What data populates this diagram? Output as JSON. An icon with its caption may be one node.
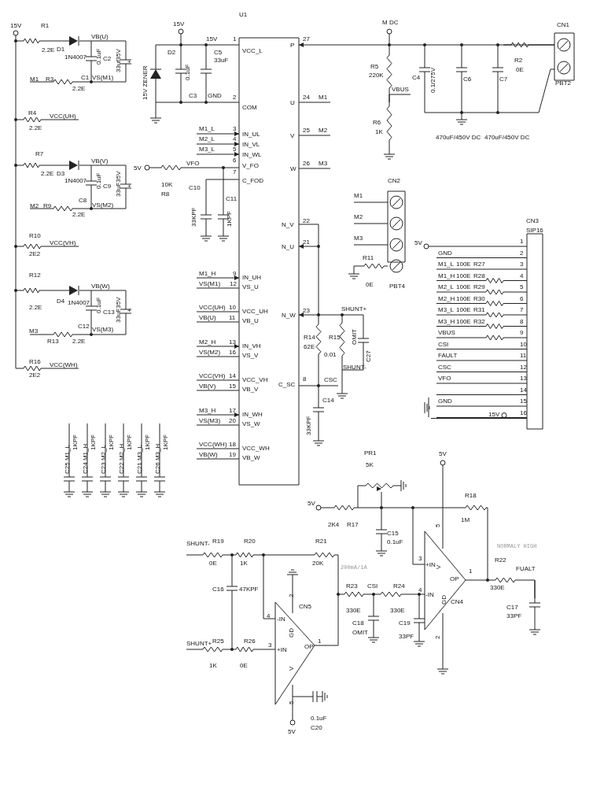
{
  "diagram": {
    "labels": [
      "15V",
      "R1",
      "2.2E",
      "D1",
      "1N4007",
      "VB(U)",
      "0.1uF",
      "C2",
      "33uf35V",
      "+",
      "M1",
      "R3",
      "C1",
      "VS(M1)",
      "2.2E",
      "R4",
      "VCC(UH)",
      "2.2E",
      "R7",
      "2.2E",
      "D3",
      "1N4007",
      "VB(V)",
      "0.1uF",
      "C9",
      "33uF35V",
      "+",
      "C8",
      "M2",
      "R9",
      "VS(M2)",
      "2.2E",
      "R10",
      "VCC(VH)",
      "2E2",
      "R12",
      "VB(W)",
      "D4",
      "1N4007",
      "0.1uF",
      "C13",
      "33uF35V",
      "+",
      "2.2E",
      "M3",
      "C12",
      "VS(M3)",
      "R13",
      "2.2E",
      "R16",
      "VCC(WH)",
      "2E2",
      "C25 M1_L",
      "1KPF",
      "C24 M1_H",
      "1KPF",
      "C23 M2_L",
      "1KPF",
      "C22 M2_H",
      "1KPF",
      "C21 M3_L",
      "1KPF",
      "C26 M3_H",
      "1KPF",
      "15V",
      "U1",
      "15V ZENER",
      "D2",
      "15V",
      "1",
      "VCC_L",
      "0.1uF",
      "C5",
      "33uF",
      "C3",
      "GND",
      "2",
      "COM",
      "M1_L",
      "3",
      "IN_UL",
      "M2_L",
      "4",
      "IN_VL",
      "M3_L",
      "5",
      "IN_WL",
      "6",
      "5V",
      "VFO",
      "V_FO",
      "7",
      "C_FOD",
      "10K",
      "R8",
      "C10",
      "C11",
      "33KPF",
      "1KPF",
      "P",
      "27",
      "U",
      "24",
      "M1",
      "V",
      "25",
      "M2",
      "W",
      "26",
      "M3",
      "N_V",
      "22",
      "N_U",
      "21",
      "M1_H",
      "9",
      "IN_UH",
      "VS(M1)",
      "12",
      "VS_U",
      "VCC(UH)",
      "10",
      "VCC_UH",
      "VB(U)",
      "11",
      "VB_U",
      "N_W",
      "23",
      "M2_H",
      "13",
      "IN_VH",
      "VS(M2)",
      "16",
      "VS_V",
      "VCC(VH)",
      "14",
      "VCC_VH",
      "C_SC",
      "8",
      "VB(V)",
      "15",
      "VB_V",
      "M3_H",
      "17",
      "IN_WH",
      "VS(M3)",
      "20",
      "VS_W",
      "VCC(WH)",
      "18",
      "VCC_WH",
      "VB(W)",
      "19",
      "VB_W",
      "M DC",
      "R5",
      "220K",
      "VBUS",
      "R6",
      "1K",
      "C4",
      "0.1/275V",
      "C6",
      "C7",
      "470uF/450V DC",
      "470uF/450V DC",
      "R2",
      "0E",
      "CN1",
      "PBT2",
      "CN2",
      "M1",
      "M2",
      "M3",
      "R11",
      "0E",
      "PBT4",
      "SHUNT+",
      "R14",
      "62E",
      "R15",
      "0.01",
      "OMIT",
      "C27",
      "SHUNT-",
      "CSC",
      "C14",
      "33KPF",
      "CN3",
      "SIP16",
      "5V",
      "1",
      "GND",
      "2",
      "M1_L",
      "100E",
      "R27",
      "3",
      "M1_H",
      "100E",
      "R28",
      "4",
      "M2_L",
      "100E",
      "R29",
      "5",
      "M2_H",
      "100E",
      "R30",
      "6",
      "M3_L",
      "100E",
      "R31",
      "7",
      "M3_H",
      "100E",
      "R32",
      "8",
      "VBUS",
      "9",
      "CSI",
      "10",
      "FAULT",
      "11",
      "CSC",
      "12",
      "VFO",
      "13",
      "14",
      "GND",
      "15",
      "15V",
      "16",
      "PR1",
      "5K",
      "5V",
      "5V",
      "2K4",
      "R17",
      "R18",
      "1M",
      "5",
      "C15",
      "0.1uF",
      "NORMALY HIGH",
      "3",
      "+IN",
      "V",
      "1",
      "OP",
      "R22",
      "FUALT",
      "330E",
      "4",
      "-IN",
      "GD",
      "CN4",
      "C17",
      "33PF",
      "C19",
      "33PF",
      "2",
      "SHUNT-",
      "R19",
      "R20",
      "R21",
      "0E",
      "1K",
      "20K",
      "200mA/1A",
      "C16",
      "47KPF",
      "2",
      "R23",
      "CSI",
      "R24",
      "CN5",
      "4",
      "-IN",
      "330E",
      "330E",
      "GD",
      "C18",
      "OMIT",
      "1",
      "OP",
      "SHUNT+",
      "R25",
      "R26",
      "3",
      "+IN",
      "1K",
      "0E",
      "V",
      "5",
      "0.1uF",
      "C20",
      "5V"
    ]
  }
}
